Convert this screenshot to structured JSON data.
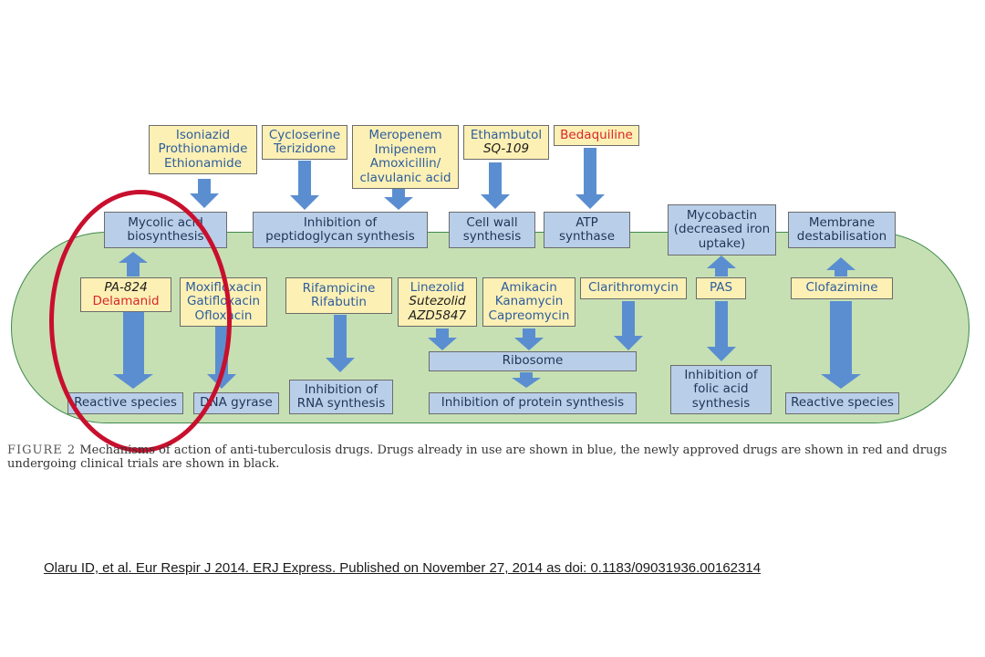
{
  "drugs_top": {
    "isoniazid_group": [
      "Isoniazid",
      "Prothionamide",
      "Ethionamide"
    ],
    "cycloserine_group": [
      "Cycloserine",
      "Terizidone"
    ],
    "meropenem_group": [
      "Meropenem",
      "Imipenem",
      "Amoxicillin/",
      "clavulanic acid"
    ],
    "ethambutol": "Ethambutol",
    "sq109": "SQ-109",
    "bedaquiline": "Bedaquiline"
  },
  "targets_top": {
    "mycolic": [
      "Mycolic acid",
      "biosynthesis"
    ],
    "peptidoglycan": [
      "Inhibition of",
      "peptidoglycan synthesis"
    ],
    "cellwall": [
      "Cell wall",
      "synthesis"
    ],
    "atp": [
      "ATP",
      "synthase"
    ],
    "mycobactin": [
      "Mycobactin",
      "(decreased iron",
      "uptake)"
    ],
    "membrane": [
      "Membrane",
      "destabilisation"
    ]
  },
  "drugs_inner": {
    "pa824": "PA-824",
    "delamanid": "Delamanid",
    "fluoroquinolones": [
      "Moxifloxacin",
      "Gatifloxacin",
      "Ofloxacin"
    ],
    "rifamycins": [
      "Rifampicine",
      "Rifabutin"
    ],
    "linezolid": "Linezolid",
    "sutezolid": "Sutezolid",
    "azd5847": "AZD5847",
    "aminoglycosides": [
      "Amikacin",
      "Kanamycin",
      "Capreomycin"
    ],
    "clarithromycin": "Clarithromycin",
    "pas": "PAS",
    "clofazimine": "Clofazimine"
  },
  "targets_inner": {
    "ribosome": "Ribosome",
    "reactive_left": "Reactive species",
    "dna_gyrase": "DNA gyrase",
    "rna": [
      "Inhibition of",
      "RNA synthesis"
    ],
    "protein": "Inhibition of protein synthesis",
    "folic": [
      "Inhibition of",
      "folic acid",
      "synthesis"
    ],
    "reactive_right": "Reactive species"
  },
  "caption": {
    "label": "FIGURE 2",
    "text": "Mechanisms of action of anti-tuberculosis drugs. Drugs already in use are shown in blue, the newly approved drugs are shown in red and drugs undergoing clinical trials are shown in black."
  },
  "citation": "Olaru ID, et al. Eur Respir J 2014. ERJ Express. Published on November 27, 2014 as doi: 0.1183/09031936.00162314",
  "colors": {
    "in_use": "#2d5d9e",
    "newly_approved": "#d8262c",
    "clinical_trials": "#1c1c1c",
    "cell_fill": "#c6e0b4",
    "highlight": "#c8102e"
  }
}
